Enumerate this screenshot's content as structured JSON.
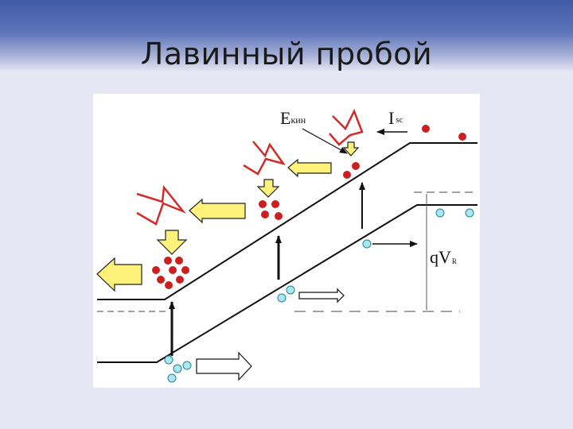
{
  "slide": {
    "title": "Лавинный пробой"
  },
  "diagram": {
    "label_ekin_main": "E",
    "label_ekin_sub": "кин",
    "label_isc_main": "I",
    "label_isc_sub": "sc",
    "label_qv_main": "qV",
    "label_qv_sub": "R"
  },
  "colors": {
    "electron": "#cc1f1f",
    "hole": "#a8e8f2",
    "arrow_fill": "#fff27a",
    "burst_stroke": "#d42a2a"
  }
}
